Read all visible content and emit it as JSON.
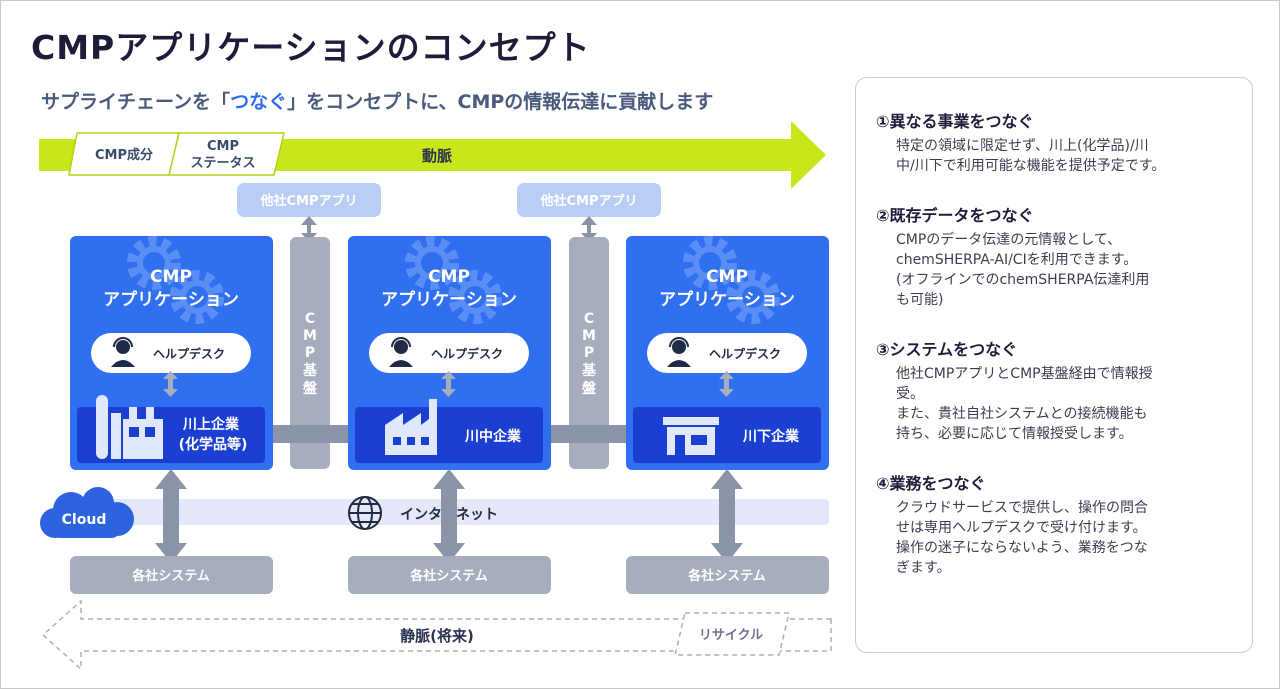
{
  "title": "CMPアプリケーションのコンセプト",
  "subtitle": {
    "before": "サプライチェーンを「",
    "highlight": "つなぐ",
    "after": "」をコンセプトに、CMPの情報伝達に貢献します"
  },
  "artery": {
    "label": "動脈",
    "tag1": "CMP成分",
    "tag2_line1": "CMP",
    "tag2_line2": "ステータス"
  },
  "vein": {
    "label": "静脈(将来)",
    "tag": "リサイクル"
  },
  "other_app_label": "他社CMPアプリ",
  "cmp_base_label": "CMP\n基盤",
  "app_title_line1": "CMP",
  "app_title_line2": "アプリケーション",
  "helpdesk_label": "ヘルプデスク",
  "companies": {
    "upstream_line1": "川上企業",
    "upstream_line2": "(化学品等)",
    "midstream": "川中企業",
    "downstream": "川下企業"
  },
  "internet_label": "インターネット",
  "cloud_label": "Cloud",
  "system_label": "各社システム",
  "colors": {
    "lime": "#c9e61a",
    "app_blue": "#2f6ff0",
    "company_blue": "#1b3fd1",
    "gray_bar": "#a6adbd",
    "light_blue": "#b9cdf5",
    "cloud_blue": "#2e63e0"
  },
  "sections": [
    {
      "title": "①異なる事業をつなぐ",
      "body": "特定の領域に限定せず、川上(化学品)/川\n中/川下で利用可能な機能を提供予定です。"
    },
    {
      "title": "②既存データをつなぐ",
      "body": "CMPのデータ伝達の元情報として、\nchemSHERPA-AI/CIを利用できます。\n(オフラインでのchemSHERPA伝達利用\nも可能)"
    },
    {
      "title": "③システムをつなぐ",
      "body": "他社CMPアプリとCMP基盤経由で情報授\n受。\nまた、貴社自社システムとの接続機能も\n持ち、必要に応じて情報授受します。"
    },
    {
      "title": "④業務をつなぐ",
      "body": "クラウドサービスで提供し、操作の問合\nせは専用ヘルプデスクで受け付けます。\n操作の迷子にならないよう、業務をつな\nぎます。"
    }
  ]
}
